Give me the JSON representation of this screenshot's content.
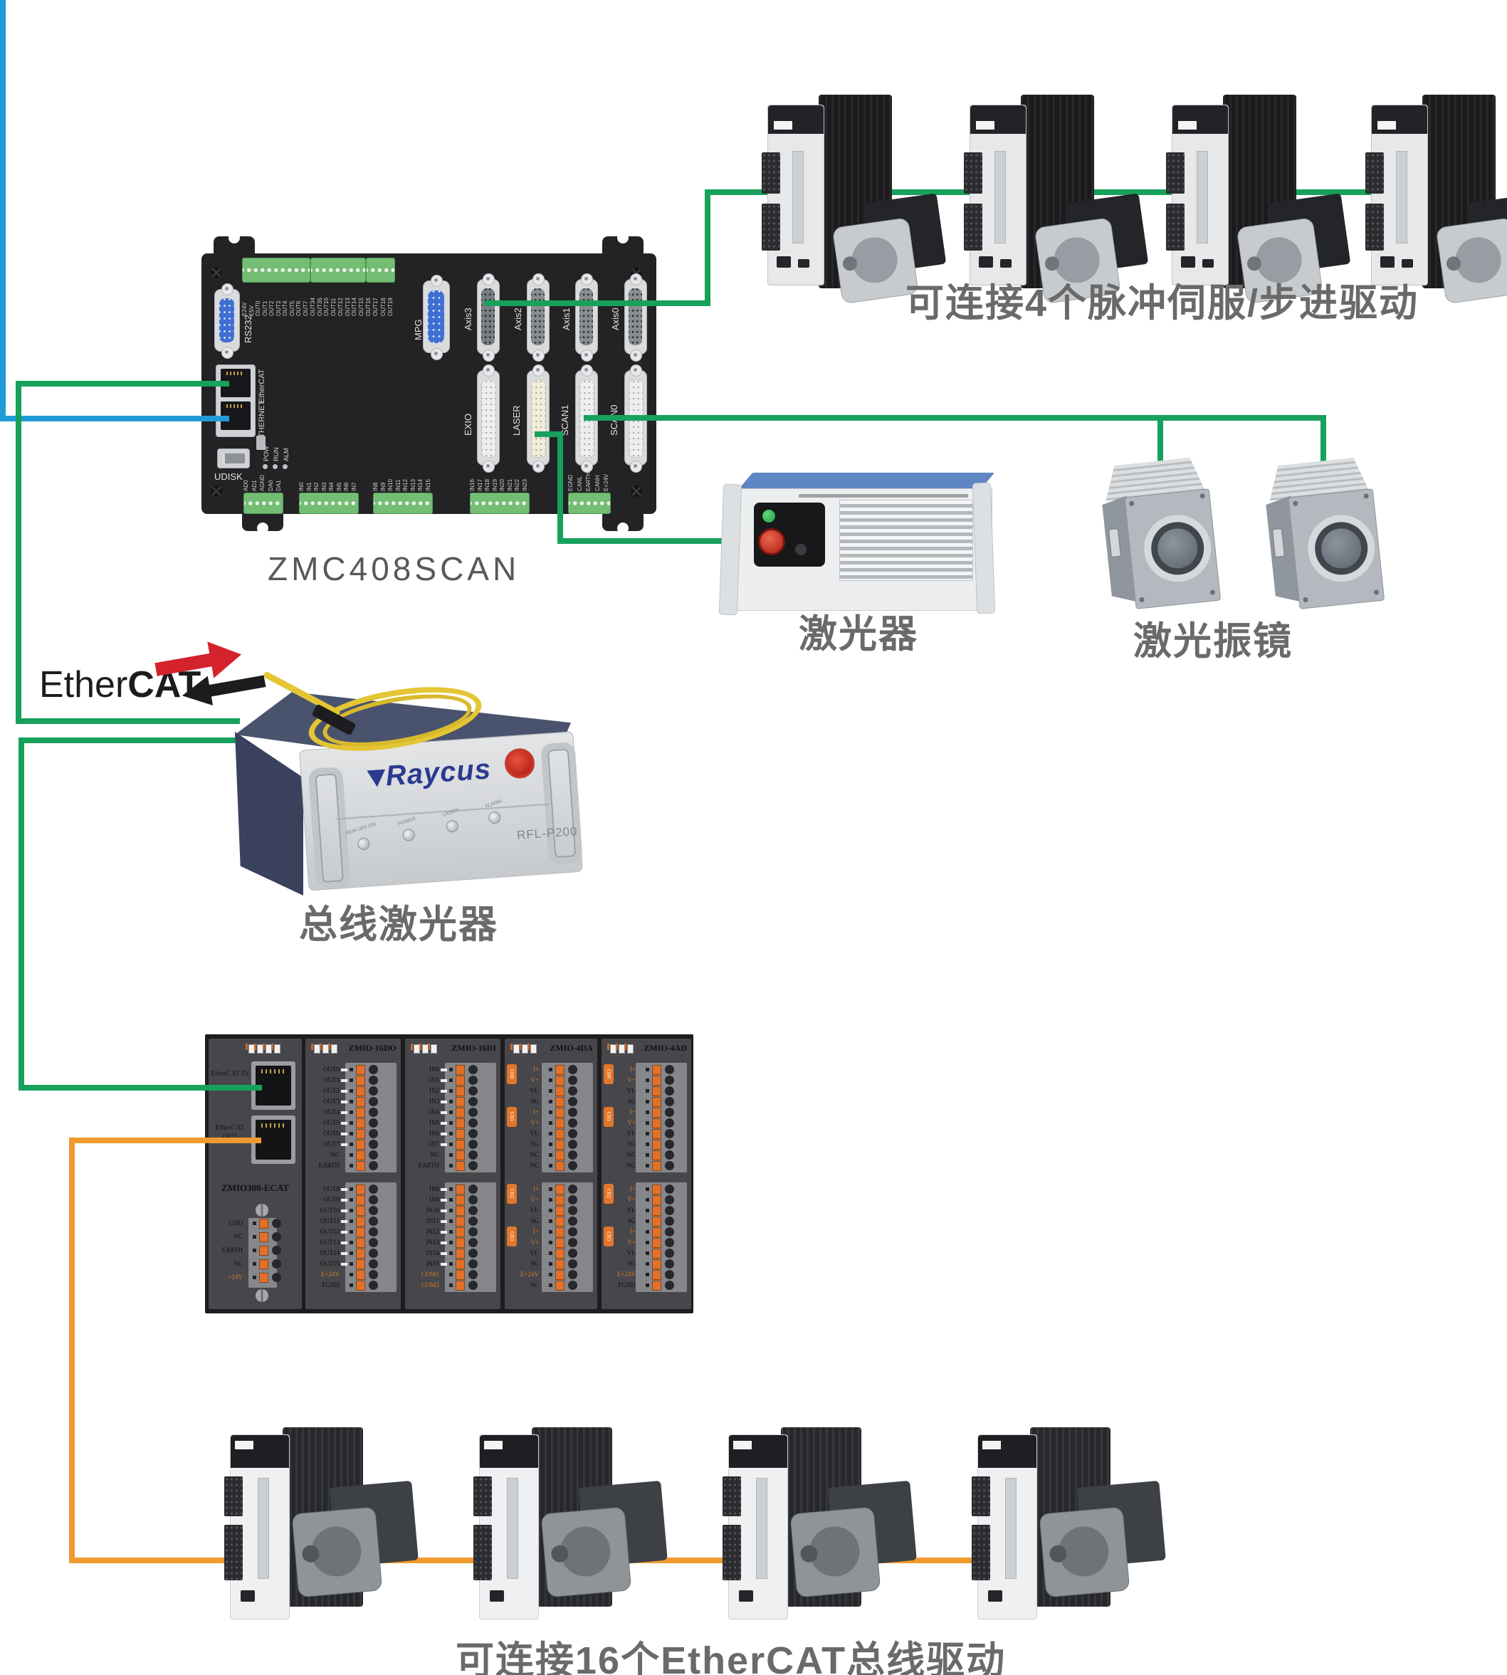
{
  "colors": {
    "wire_green": "#17a15c",
    "wire_blue": "#209bd8",
    "wire_orange": "#ef9a2e",
    "caption_gray": "#6a6a6a",
    "board_black": "#232326",
    "terminal_green": "#74bd74",
    "zmio_orange": "#e2702a"
  },
  "captions": {
    "controller_name": "ZMC408SCAN",
    "top_drives": "可连接4个脉冲伺服/步进驱动",
    "laser": "激光器",
    "galvo": "激光振镜",
    "bus_laser": "总线激光器",
    "bottom_drives": "可连接16个EtherCAT总线驱动"
  },
  "ethercat_logo": {
    "text_regular": "Ether",
    "text_bold": "CAT",
    "reg_mark": "®"
  },
  "controller": {
    "name": "ZMC408SCAN",
    "rs232_label": "RS232",
    "mpg_label": "MPG",
    "udisk_label": "UDISK",
    "eth_port_labels": [
      "EtherCAT",
      "ETHERNET"
    ],
    "led_labels": [
      "POW",
      "RUN",
      "ALM"
    ],
    "axis_ports": [
      "Axis3",
      "Axis2",
      "Axis1",
      "Axis0"
    ],
    "io_ports": [
      "EXIO",
      "LASER",
      "SCAN1",
      "SCAN0"
    ],
    "top_terminal_groups": [
      [
        "E24V",
        "E5V",
        "OUT0",
        "OUT1",
        "OUT2",
        "OUT3",
        "OUT4",
        "OUT5",
        "OUT6",
        "OUT7"
      ],
      [
        "OUT34",
        "OUT35",
        "OUT10",
        "OUT11",
        "OUT12",
        "OUT13",
        "OUT14",
        "OUT15"
      ],
      [
        "OUT16",
        "OUT17",
        "OUT18",
        "OUT19"
      ]
    ],
    "bottom_terminal_groups": [
      [
        "AD0",
        "AD1",
        "AGND",
        "DA0",
        "DA1"
      ],
      [
        "IN0",
        "IN1",
        "IN2",
        "IN3",
        "IN4",
        "IN5",
        "IN6",
        "IN7"
      ],
      [
        "IN8",
        "IN9",
        "IN10",
        "IN11",
        "IN12",
        "IN13",
        "IN14",
        "IN15"
      ],
      [
        "IN16",
        "IN17",
        "IN18",
        "IN19",
        "IN20",
        "IN21",
        "IN22",
        "IN23"
      ],
      [
        "EGND",
        "CANL",
        "EARTH",
        "CANH",
        "E+24V"
      ]
    ]
  },
  "raycus": {
    "brand": "Raycus",
    "model": "RFL-P200",
    "knob_labels": [
      "REM OFF ON",
      "POWER",
      "LASER",
      "ALARM"
    ]
  },
  "zmio": {
    "modules": [
      {
        "id": "ecat",
        "title": "ZMIO300-ECAT",
        "port_in_label": "EtherCAT IN",
        "port_out_label": "EtherCAT OUT",
        "terminals": [
          {
            "t": "GND"
          },
          {
            "t": "NC"
          },
          {
            "t": "EARTH"
          },
          {
            "t": "NC"
          },
          {
            "t": "+24V",
            "o": 1
          }
        ]
      },
      {
        "id": "do16",
        "title": "ZMIO-16DO",
        "groups": [
          [
            {
              "t": "OUT0",
              "led": 1
            },
            {
              "t": "OUT1",
              "led": 1
            },
            {
              "t": "OUT2",
              "led": 1
            },
            {
              "t": "OUT3",
              "led": 1
            },
            {
              "t": "OUT4",
              "led": 1
            },
            {
              "t": "OUT5",
              "led": 1
            },
            {
              "t": "OUT6",
              "led": 1
            },
            {
              "t": "OUT7",
              "led": 1
            },
            {
              "t": "NC"
            },
            {
              "t": "EARTH"
            }
          ],
          [
            {
              "t": "OUT8",
              "led": 1
            },
            {
              "t": "OUT9",
              "led": 1
            },
            {
              "t": "OUT10",
              "led": 1
            },
            {
              "t": "OUT11",
              "led": 1
            },
            {
              "t": "OUT12",
              "led": 1
            },
            {
              "t": "OUT13",
              "led": 1
            },
            {
              "t": "OUT14",
              "led": 1
            },
            {
              "t": "OUT15",
              "led": 1
            },
            {
              "t": "E+24V",
              "o": 1
            },
            {
              "t": "EGND"
            }
          ]
        ]
      },
      {
        "id": "di16",
        "title": "ZMIO-16DI",
        "groups": [
          [
            {
              "t": "IN0",
              "led": 1
            },
            {
              "t": "IN1",
              "led": 1
            },
            {
              "t": "IN2",
              "led": 1
            },
            {
              "t": "IN3",
              "led": 1
            },
            {
              "t": "IN4",
              "led": 1
            },
            {
              "t": "IN5",
              "led": 1
            },
            {
              "t": "IN6",
              "led": 1
            },
            {
              "t": "IN7",
              "led": 1
            },
            {
              "t": "NC"
            },
            {
              "t": "EARTH"
            }
          ],
          [
            {
              "t": "IN8",
              "led": 1
            },
            {
              "t": "IN9",
              "led": 1
            },
            {
              "t": "IN10",
              "led": 1
            },
            {
              "t": "IN11",
              "led": 1
            },
            {
              "t": "IN12",
              "led": 1
            },
            {
              "t": "IN13",
              "led": 1
            },
            {
              "t": "IN14",
              "led": 1
            },
            {
              "t": "IN15",
              "led": 1
            },
            {
              "t": "COM1",
              "o": 1
            },
            {
              "t": "COM2",
              "o": 1
            }
          ]
        ]
      },
      {
        "id": "da4",
        "title": "ZMIO-4DA",
        "groups": [
          [
            {
              "t": "I+",
              "o": 1,
              "b": "CH0"
            },
            {
              "t": "V+",
              "o": 1
            },
            {
              "t": "VI-"
            },
            {
              "t": "SG"
            },
            {
              "t": "I+",
              "o": 1,
              "b": "CH1"
            },
            {
              "t": "V+",
              "o": 1
            },
            {
              "t": "VI-"
            },
            {
              "t": "SG"
            },
            {
              "t": "NC"
            },
            {
              "t": "NC"
            }
          ],
          [
            {
              "t": "I+",
              "o": 1,
              "b": "CH2"
            },
            {
              "t": "V+",
              "o": 1
            },
            {
              "t": "VI-"
            },
            {
              "t": "SG"
            },
            {
              "t": "I+",
              "o": 1,
              "b": "CH3"
            },
            {
              "t": "V+",
              "o": 1
            },
            {
              "t": "VI-"
            },
            {
              "t": "SG"
            },
            {
              "t": "E+24V",
              "o": 1
            },
            {
              "t": "NC"
            }
          ]
        ]
      },
      {
        "id": "ad4",
        "title": "ZMIO-4AD",
        "groups": [
          [
            {
              "t": "I+",
              "o": 1,
              "b": "CH0"
            },
            {
              "t": "V+",
              "o": 1
            },
            {
              "t": "VI-"
            },
            {
              "t": "SG"
            },
            {
              "t": "I+",
              "o": 1,
              "b": "CH1"
            },
            {
              "t": "V+",
              "o": 1
            },
            {
              "t": "VI-"
            },
            {
              "t": "SG"
            },
            {
              "t": "NC"
            },
            {
              "t": "NC"
            }
          ],
          [
            {
              "t": "I+",
              "o": 1,
              "b": "CH2"
            },
            {
              "t": "V+",
              "o": 1
            },
            {
              "t": "VI-"
            },
            {
              "t": "SG"
            },
            {
              "t": "I+",
              "o": 1,
              "b": "CH3"
            },
            {
              "t": "V+",
              "o": 1
            },
            {
              "t": "VI-"
            },
            {
              "t": "SG"
            },
            {
              "t": "E+24V",
              "o": 1
            },
            {
              "t": "EGND"
            }
          ]
        ]
      }
    ]
  }
}
